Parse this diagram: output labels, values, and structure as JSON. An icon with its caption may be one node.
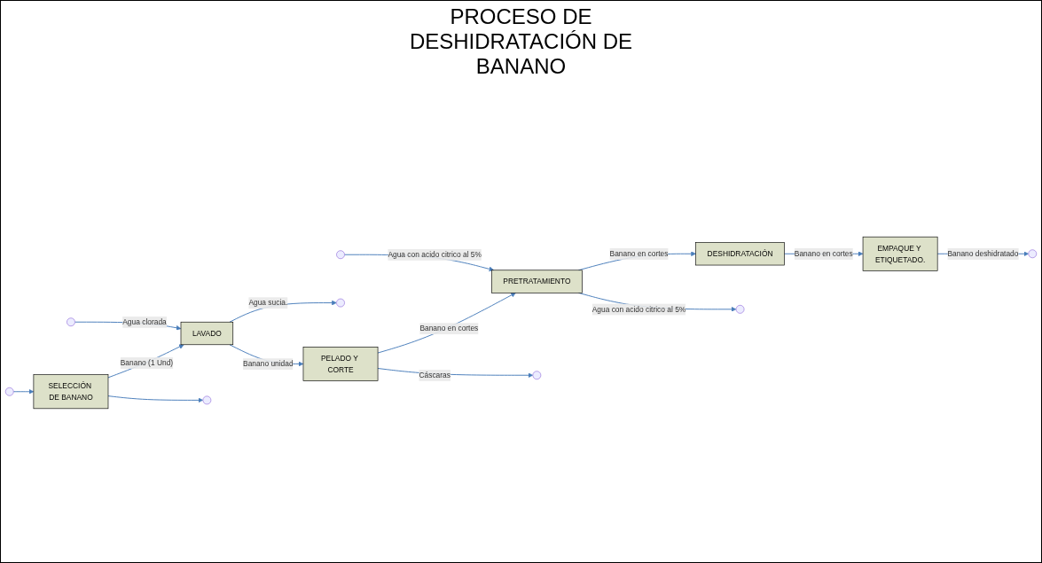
{
  "diagram": {
    "title": "PROCESO DE DESHIDRATACIÓN DE BANANO",
    "nodes": [
      {
        "text": [
          "SELECCIÓN DE BANANO"
        ]
      },
      {
        "text": [
          "LAVADO"
        ]
      },
      {
        "text": [
          "PELADO Y CORTE"
        ]
      },
      {
        "text": [
          "PRETRATAMIENTO"
        ]
      },
      {
        "text": [
          "DESHIDRATACIÓN"
        ]
      },
      {
        "text": [
          "EMPAQUE Y ETIQUETADO."
        ]
      }
    ],
    "edges": [
      {
        "from": null,
        "to": 0,
        "arrow": "to"
      },
      {
        "from": 0,
        "to": 1,
        "arrow": "to",
        "label": "Banano (1 Und)"
      },
      {
        "from": null,
        "to": 1,
        "arrow": "to",
        "label": "Agua clorada"
      },
      {
        "from": 0,
        "to": null,
        "arrow": "to"
      },
      {
        "from": 1,
        "to": null,
        "arrow": "to",
        "label": "Agua sucia."
      },
      {
        "from": 1,
        "to": 2,
        "arrow": "to",
        "label": "Banano unidad"
      },
      {
        "from": 2,
        "to": null,
        "arrow": "to",
        "label": "Cáscaras"
      },
      {
        "from": 2,
        "to": 3,
        "arrow": "to",
        "label": "Banano en cortes"
      },
      {
        "from": null,
        "to": 3,
        "arrow": "to",
        "label": "Agua con acido citrico al 5%"
      },
      {
        "from": 3,
        "to": null,
        "arrow": "to",
        "label": "Agua con acido citrico al 5%"
      },
      {
        "from": 3,
        "to": 4,
        "arrow": "to",
        "label": "Banano en cortes"
      },
      {
        "from": 4,
        "to": 5,
        "arrow": "to",
        "label": "Banano en cortes"
      },
      {
        "from": 5,
        "to": null,
        "arrow": "to",
        "label": "Banano deshidratado"
      }
    ]
  }
}
